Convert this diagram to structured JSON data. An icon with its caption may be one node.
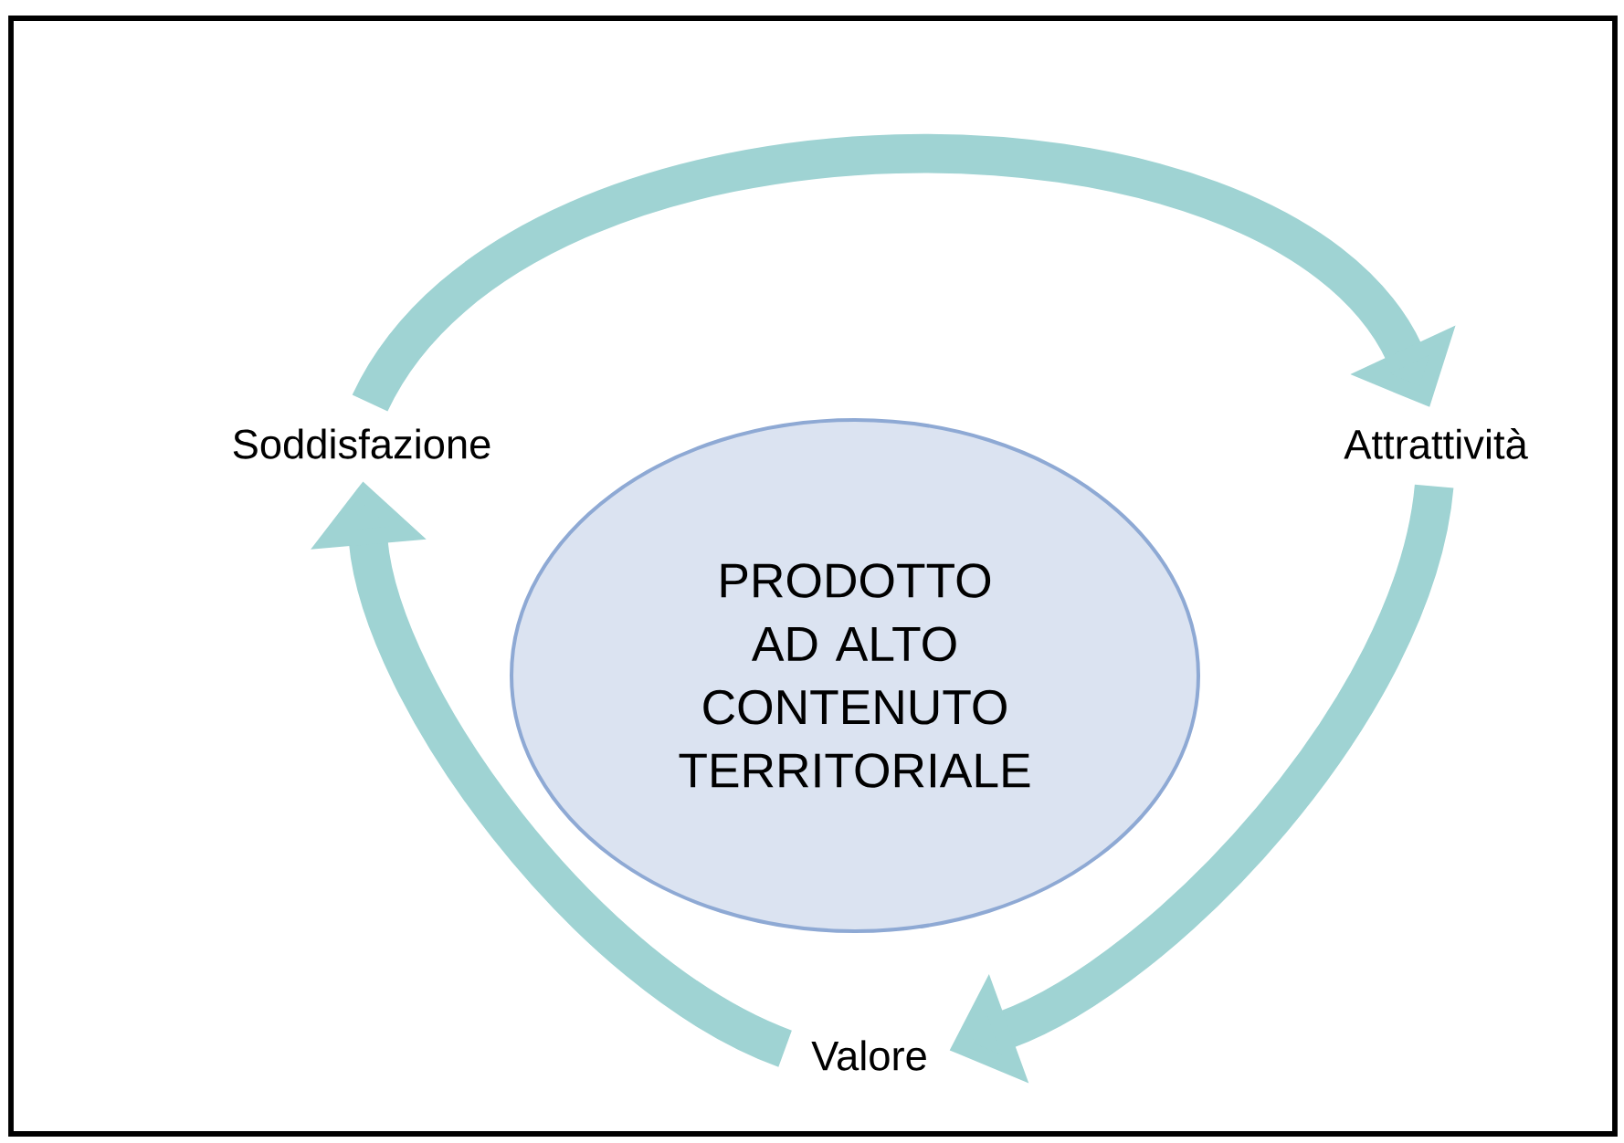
{
  "diagram": {
    "nodes": [
      {
        "text": [
          "PRODOTTO AD ALTO CONTENUTO TERRITORIALE"
        ]
      },
      {
        "text": [
          "Soddisfazione"
        ]
      },
      {
        "text": [
          "Attrattività"
        ]
      },
      {
        "text": [
          "Valore"
        ]
      }
    ],
    "edges": [
      {
        "from": 1,
        "to": 2,
        "arrow": "to"
      },
      {
        "from": 2,
        "to": 3,
        "arrow": "to"
      },
      {
        "from": 3,
        "to": 1,
        "arrow": "to"
      }
    ]
  }
}
